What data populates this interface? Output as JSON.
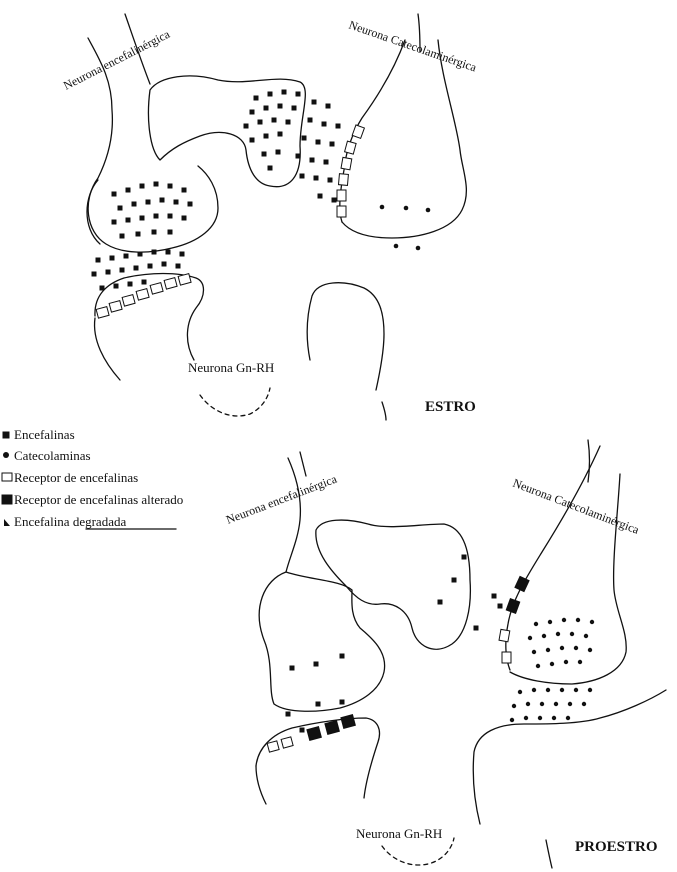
{
  "panels": {
    "estro": {
      "stage_label": "ESTRO",
      "enkephalinergic_neuron": "Neurona encefalinérgica",
      "catecholaminergic_neuron": "Neurona Catecolaminérgica",
      "gnrh_neuron": "Neurona Gn-RH"
    },
    "proestro": {
      "stage_label": "PROESTRO",
      "enkephalinergic_neuron": "Neurona encefalinérgica",
      "catecholaminergic_neuron": "Neurona Catecolaminérgica",
      "gnrh_neuron": "Neurona Gn-RH"
    }
  },
  "legend": [
    {
      "label": "Encefalinas",
      "icon": "filled-square-icon"
    },
    {
      "label": "Catecolaminas",
      "icon": "filled-dot-icon"
    },
    {
      "label": "Receptor de encefalinas",
      "icon": "open-rect-icon"
    },
    {
      "label": "Receptor de encefalinas alterado",
      "icon": "filled-rect-icon"
    },
    {
      "label": "Encefalina degradada",
      "icon": "degraded-mark-icon"
    }
  ]
}
